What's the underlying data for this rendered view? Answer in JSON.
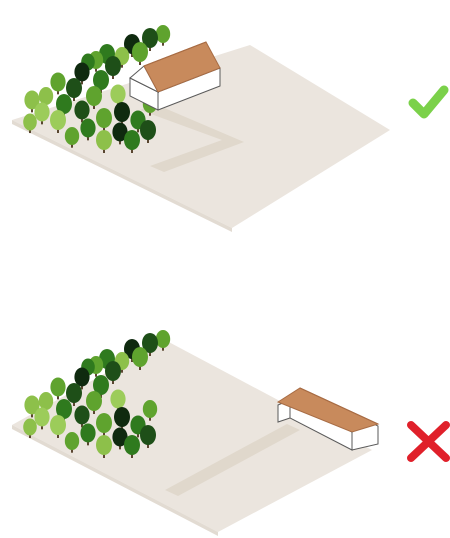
{
  "scenes": [
    {
      "id": "good",
      "verdict": "correct",
      "verdict_icon": "checkmark-icon",
      "verdict_color": "#7bd14a"
    },
    {
      "id": "bad",
      "verdict": "incorrect",
      "verdict_icon": "cross-icon",
      "verdict_color": "#e0202a"
    }
  ],
  "colors": {
    "ground": "#ebe5de",
    "ground_edge": "#e2dbd2",
    "road": "#e0d8cc",
    "wall": "#ffffff",
    "wall_outline": "#5a5a5a",
    "roof": "#c88a5c",
    "roof_dark": "#a86c44",
    "tree_palette": [
      "#8dc04a",
      "#5fa32e",
      "#2f7a1e",
      "#1e4f18",
      "#0f2a0f",
      "#9ccc5a"
    ]
  }
}
